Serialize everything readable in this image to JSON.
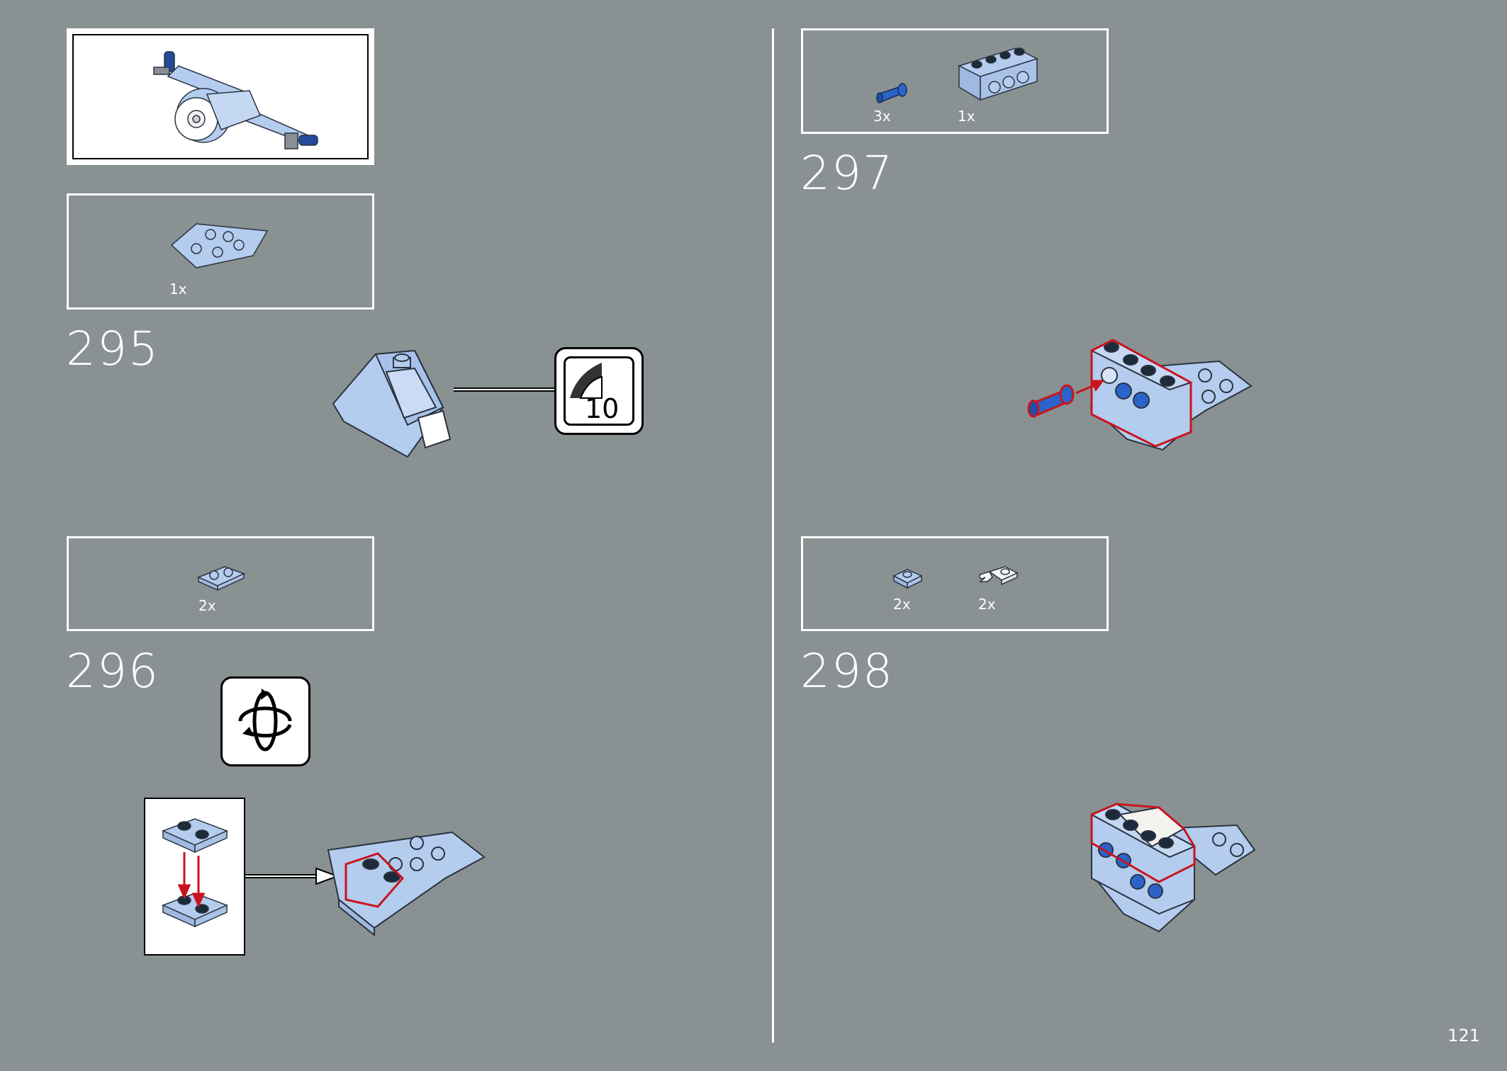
{
  "page": {
    "number": "121"
  },
  "steps": [
    {
      "number": "295",
      "parts": [
        {
          "qty": "1x",
          "part": "wedge-plate-icon"
        }
      ],
      "callout_count": "10"
    },
    {
      "number": "296",
      "parts": [
        {
          "qty": "2x",
          "part": "plate-1x2-icon"
        }
      ],
      "rotate_icon": "rotate-model-icon"
    },
    {
      "number": "297",
      "parts": [
        {
          "qty": "3x",
          "part": "technic-pin-icon"
        },
        {
          "qty": "1x",
          "part": "technic-brick-1x4-icon"
        }
      ]
    },
    {
      "number": "298",
      "parts": [
        {
          "qty": "2x",
          "part": "plate-1x1-icon"
        },
        {
          "qty": "2x",
          "part": "plate-clip-icon"
        }
      ]
    }
  ],
  "colors": {
    "background": "#899192",
    "part_blue": "#b4ccee",
    "highlight_red": "#c8141e",
    "pin_blue": "#2a64c8"
  }
}
